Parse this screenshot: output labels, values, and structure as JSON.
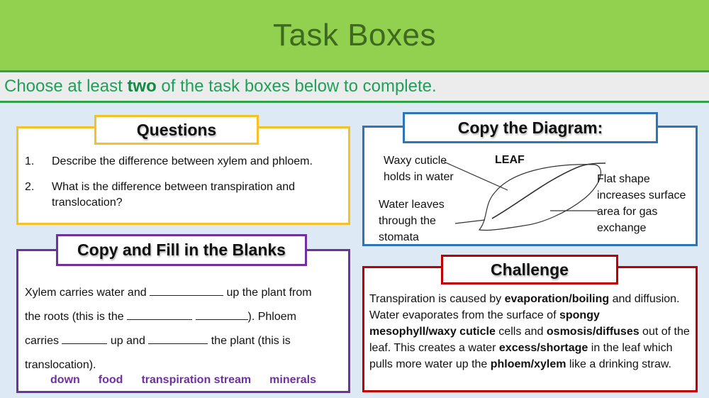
{
  "header": {
    "title": "Task Boxes"
  },
  "instruction": {
    "before": "Choose at least ",
    "emphasis": "two",
    "after": " of the task boxes below to complete."
  },
  "questions": {
    "title": "Questions",
    "items": [
      {
        "num": "1.",
        "text": "Describe the difference between xylem and phloem."
      },
      {
        "num": "2.",
        "text": "What is the difference between transpiration and translocation?"
      }
    ]
  },
  "diagram": {
    "title": "Copy the Diagram:",
    "leaf_label": "LEAF",
    "labels": {
      "waxy_cuticle": "Waxy cuticle holds in water",
      "stomata": "Water leaves through the stomata",
      "flat_shape": "Flat shape increases surface area for gas exchange"
    },
    "icon": "leaf-diagram"
  },
  "fill_blanks": {
    "title": "Copy and Fill in the Blanks",
    "line1_a": "Xylem carries water and ",
    "line1_b": " up the plant from",
    "line2_a": "the roots (this is the ",
    "line2_b": "). Phloem",
    "line3_a": "carries ",
    "line3_b": " up and ",
    "line3_c": " the plant (this is",
    "line4": "translocation).",
    "word_bank": [
      "down",
      "food",
      "transpiration stream",
      "minerals"
    ]
  },
  "challenge": {
    "title": "Challenge",
    "segments": [
      {
        "t": "Transpiration is caused by ",
        "b": false
      },
      {
        "t": "evaporation/boiling",
        "b": true
      },
      {
        "t": " and diffusion. Water evaporates from the surface of ",
        "b": false
      },
      {
        "t": "spongy mesophyll/waxy cuticle",
        "b": true
      },
      {
        "t": " cells and ",
        "b": false
      },
      {
        "t": "osmosis/diffuses",
        "b": true
      },
      {
        "t": " out of the leaf. This creates a water ",
        "b": false
      },
      {
        "t": "excess/shortage",
        "b": true
      },
      {
        "t": " in the leaf which pulls more water up the ",
        "b": false
      },
      {
        "t": "phloem/xylem",
        "b": true
      },
      {
        "t": " like a drinking straw.",
        "b": false
      }
    ]
  },
  "colors": {
    "header_bg": "#92d050",
    "header_text": "#3c6a1e",
    "instruction_text": "#1fa05a",
    "questions_border": "#f5c028",
    "diagram_border": "#2e75b6",
    "fill_border": "#7030a0",
    "challenge_border": "#c00000",
    "page_bg": "#dde9f5"
  }
}
